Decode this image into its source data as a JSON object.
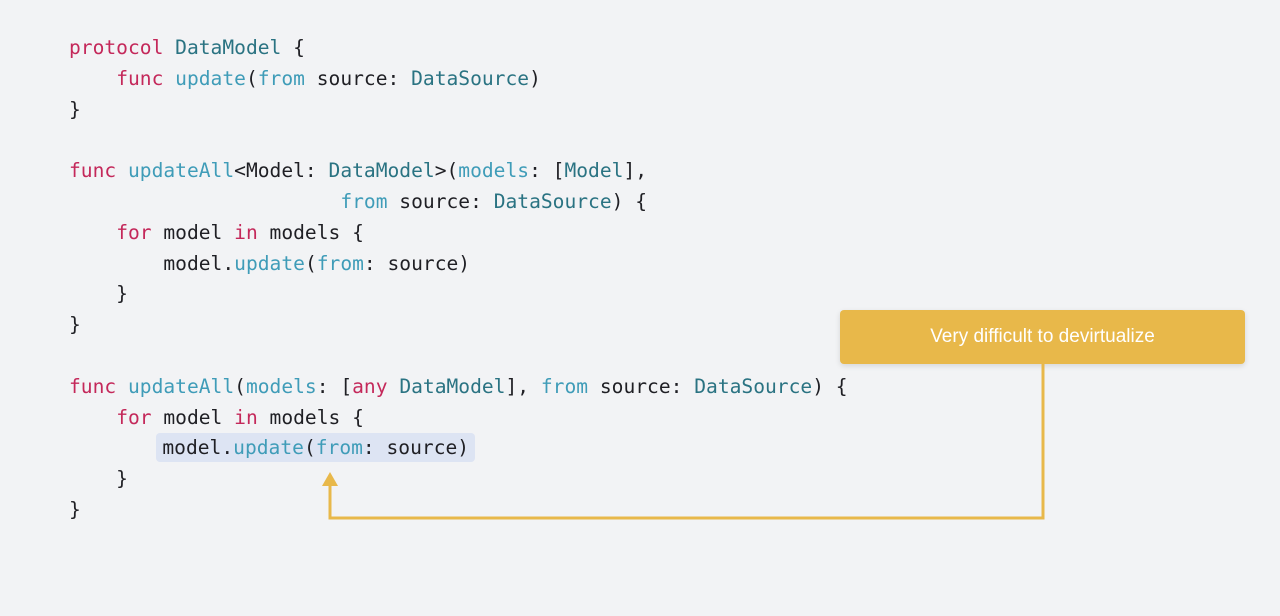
{
  "code": {
    "lines": [
      [
        [
          "kw",
          "protocol"
        ],
        [
          "pl",
          " "
        ],
        [
          "ty",
          "DataModel"
        ],
        [
          "pl",
          " {"
        ]
      ],
      [
        [
          "pl",
          "    "
        ],
        [
          "kw",
          "func"
        ],
        [
          "pl",
          " "
        ],
        [
          "fn",
          "update"
        ],
        [
          "pl",
          "("
        ],
        [
          "fn",
          "from"
        ],
        [
          "pl",
          " source: "
        ],
        [
          "ty",
          "DataSource"
        ],
        [
          "pl",
          ")"
        ]
      ],
      [
        [
          "pl",
          "}"
        ]
      ],
      [],
      [
        [
          "kw",
          "func"
        ],
        [
          "pl",
          " "
        ],
        [
          "fn",
          "updateAll"
        ],
        [
          "pl",
          "<Model: "
        ],
        [
          "ty",
          "DataModel"
        ],
        [
          "pl",
          ">("
        ],
        [
          "fn",
          "models"
        ],
        [
          "pl",
          ": ["
        ],
        [
          "ty",
          "Model"
        ],
        [
          "pl",
          "],"
        ]
      ],
      [
        [
          "pl",
          "                       "
        ],
        [
          "fn",
          "from"
        ],
        [
          "pl",
          " source: "
        ],
        [
          "ty",
          "DataSource"
        ],
        [
          "pl",
          ") {"
        ]
      ],
      [
        [
          "pl",
          "    "
        ],
        [
          "kw",
          "for"
        ],
        [
          "pl",
          " model "
        ],
        [
          "kw",
          "in"
        ],
        [
          "pl",
          " models {"
        ]
      ],
      [
        [
          "pl",
          "        model."
        ],
        [
          "fn",
          "update"
        ],
        [
          "pl",
          "("
        ],
        [
          "fn",
          "from"
        ],
        [
          "pl",
          ": source)"
        ]
      ],
      [
        [
          "pl",
          "    }"
        ]
      ],
      [
        [
          "pl",
          "}"
        ]
      ],
      [],
      [
        [
          "kw",
          "func"
        ],
        [
          "pl",
          " "
        ],
        [
          "fn",
          "updateAll"
        ],
        [
          "pl",
          "("
        ],
        [
          "fn",
          "models"
        ],
        [
          "pl",
          ": ["
        ],
        [
          "kw",
          "any"
        ],
        [
          "pl",
          " "
        ],
        [
          "ty",
          "DataModel"
        ],
        [
          "pl",
          "], "
        ],
        [
          "fn",
          "from"
        ],
        [
          "pl",
          " source: "
        ],
        [
          "ty",
          "DataSource"
        ],
        [
          "pl",
          ") {"
        ]
      ],
      [
        [
          "pl",
          "    "
        ],
        [
          "kw",
          "for"
        ],
        [
          "pl",
          " model "
        ],
        [
          "kw",
          "in"
        ],
        [
          "pl",
          " models {"
        ]
      ],
      [
        [
          "pl",
          "        "
        ],
        [
          "hl-start",
          ""
        ],
        [
          "pl",
          "model."
        ],
        [
          "fn",
          "update"
        ],
        [
          "pl",
          "("
        ],
        [
          "fn",
          "from"
        ],
        [
          "pl",
          ": source)"
        ],
        [
          "hl-end",
          ""
        ]
      ],
      [
        [
          "pl",
          "    }"
        ]
      ],
      [
        [
          "pl",
          "}"
        ]
      ]
    ]
  },
  "callout": {
    "text": "Very difficult to devirtualize"
  },
  "colors": {
    "keyword": "#c4285a",
    "type": "#2a7382",
    "function": "#3f9cb8",
    "plain": "#1f1f24",
    "callout": "#e8b84a",
    "highlight": "#dde4f3"
  }
}
